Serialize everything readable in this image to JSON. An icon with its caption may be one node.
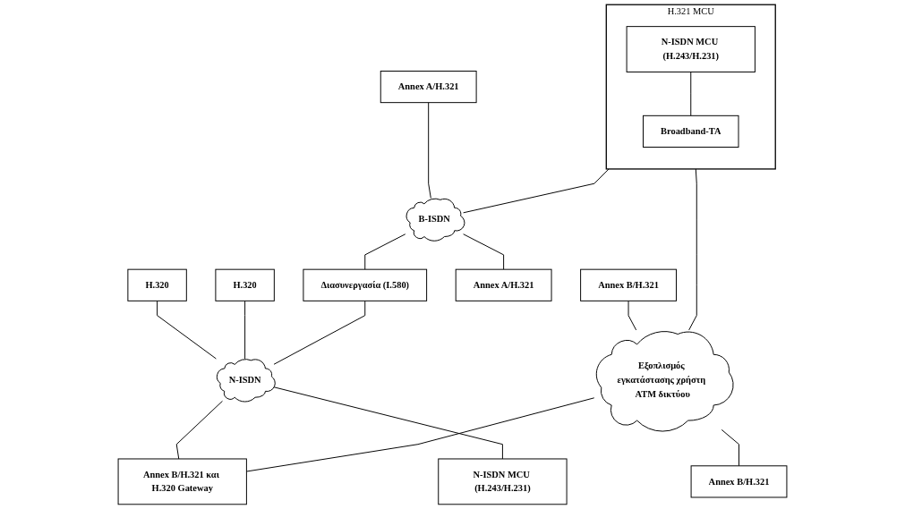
{
  "diagram": {
    "nodes": [
      {
        "text": [
          "H.321 MCU"
        ]
      },
      {
        "text": [
          "N-ISDN MCU (H.243/H.231)"
        ],
        "in": 0
      },
      {
        "text": [
          "Broadband-TA"
        ],
        "in": 0
      },
      {
        "text": [
          "Annex A/H.321"
        ]
      },
      {
        "text": [
          "Annex B/H.321"
        ]
      },
      {
        "text": [
          "B-ISDN"
        ]
      },
      {
        "text": [
          "Εξοπλισμός εγκατάστασης χρήστη ATM δικτύου"
        ]
      },
      {
        "text": [
          "H.320"
        ]
      },
      {
        "text": [
          "H.320"
        ]
      },
      {
        "text": [
          "Annex A/H.321"
        ]
      },
      {
        "text": [
          "Διασυνεργασία (I.580)"
        ]
      },
      {
        "text": [
          "N-ISDN"
        ]
      },
      {
        "text": [
          "Annex B/H.321 και H.320 Gateway"
        ]
      },
      {
        "text": [
          "Annex B/H.321"
        ]
      },
      {
        "text": [
          "N-ISDN MCU (H.243/H.231)"
        ]
      }
    ],
    "edges": [
      {
        "from": 1,
        "to": 2,
        "arrow": "none"
      },
      {
        "from": 3,
        "to": 5,
        "arrow": "none"
      },
      {
        "from": 4,
        "to": 6,
        "arrow": "none"
      },
      {
        "from": 0,
        "to": 5,
        "arrow": "none"
      },
      {
        "from": 0,
        "to": 6,
        "arrow": "none"
      },
      {
        "from": 5,
        "to": 9,
        "arrow": "none"
      },
      {
        "from": 5,
        "to": 10,
        "arrow": "none"
      },
      {
        "from": 7,
        "to": 11,
        "arrow": "none"
      },
      {
        "from": 8,
        "to": 11,
        "arrow": "none"
      },
      {
        "from": 10,
        "to": 11,
        "arrow": "none"
      },
      {
        "from": 11,
        "to": 12,
        "arrow": "none"
      },
      {
        "from": 6,
        "to": 12,
        "arrow": "none"
      },
      {
        "from": 6,
        "to": 13,
        "arrow": "none"
      },
      {
        "from": 11,
        "to": 14,
        "arrow": "none"
      }
    ]
  }
}
